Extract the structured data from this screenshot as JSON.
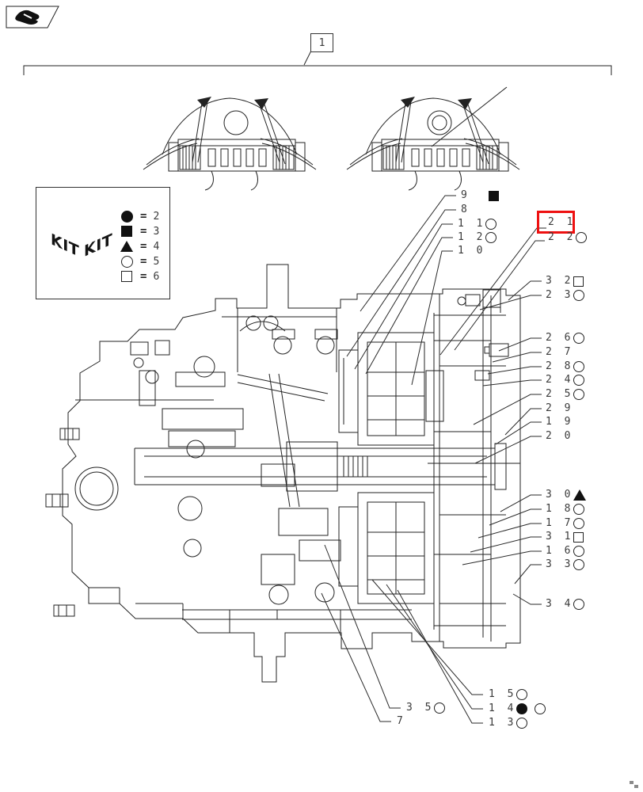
{
  "page": {
    "background": "#ffffff",
    "line_color": "#222222",
    "text_color": "#3a3a3a",
    "highlight_color": "#ee1111"
  },
  "header": {
    "figure_ref": "1",
    "corner_icon": "hand-parts-icon"
  },
  "kit_legend": {
    "box_labels": [
      "KIT",
      "KIT"
    ],
    "equals": "=",
    "entries": [
      {
        "symbols": [
          "filled-circle"
        ],
        "value": "2"
      },
      {
        "symbols": [
          "filled-square"
        ],
        "value": "3"
      },
      {
        "symbols": [
          "filled-triangle"
        ],
        "value": "4"
      },
      {
        "symbols": [
          "open-circle"
        ],
        "value": "5"
      },
      {
        "symbols": [
          "open-square"
        ],
        "value": "6"
      }
    ]
  },
  "callouts": [
    {
      "label": "9",
      "symbols": [
        "filled-square"
      ],
      "highlight": false
    },
    {
      "label": "8",
      "symbols": [],
      "highlight": false
    },
    {
      "label": "1 1",
      "symbols": [
        "open-circle"
      ],
      "highlight": false
    },
    {
      "label": "1 2",
      "symbols": [
        "open-circle"
      ],
      "highlight": false
    },
    {
      "label": "1 0",
      "symbols": [],
      "highlight": false
    },
    {
      "label": "2 1",
      "symbols": [],
      "highlight": true
    },
    {
      "label": "2 2",
      "symbols": [
        "open-circle"
      ],
      "highlight": false
    },
    {
      "label": "3 2",
      "symbols": [
        "open-square"
      ],
      "highlight": false
    },
    {
      "label": "2 3",
      "symbols": [
        "open-circle"
      ],
      "highlight": false
    },
    {
      "label": "2 6",
      "symbols": [
        "open-circle"
      ],
      "highlight": false
    },
    {
      "label": "2 7",
      "symbols": [],
      "highlight": false
    },
    {
      "label": "2 8",
      "symbols": [
        "open-circle"
      ],
      "highlight": false
    },
    {
      "label": "2 4",
      "symbols": [
        "open-circle"
      ],
      "highlight": false
    },
    {
      "label": "2 5",
      "symbols": [
        "open-circle"
      ],
      "highlight": false
    },
    {
      "label": "2 9",
      "symbols": [],
      "highlight": false
    },
    {
      "label": "1 9",
      "symbols": [],
      "highlight": false
    },
    {
      "label": "2 0",
      "symbols": [],
      "highlight": false
    },
    {
      "label": "3 0",
      "symbols": [
        "filled-triangle"
      ],
      "highlight": false
    },
    {
      "label": "1 8",
      "symbols": [
        "open-circle"
      ],
      "highlight": false
    },
    {
      "label": "1 7",
      "symbols": [
        "open-circle"
      ],
      "highlight": false
    },
    {
      "label": "3 1",
      "symbols": [
        "open-square"
      ],
      "highlight": false
    },
    {
      "label": "1 6",
      "symbols": [
        "open-circle"
      ],
      "highlight": false
    },
    {
      "label": "3 3",
      "symbols": [
        "open-circle"
      ],
      "highlight": false
    },
    {
      "label": "3 4",
      "symbols": [
        "open-circle"
      ],
      "highlight": false
    },
    {
      "label": "1 5",
      "symbols": [
        "open-circle"
      ],
      "highlight": false
    },
    {
      "label": "1 4",
      "symbols": [
        "filled-circle",
        "open-circle"
      ],
      "highlight": false
    },
    {
      "label": "1 3",
      "symbols": [
        "open-circle"
      ],
      "highlight": false
    },
    {
      "label": "3 5",
      "symbols": [
        "open-circle"
      ],
      "highlight": false
    },
    {
      "label": "7",
      "symbols": [],
      "highlight": false
    }
  ]
}
